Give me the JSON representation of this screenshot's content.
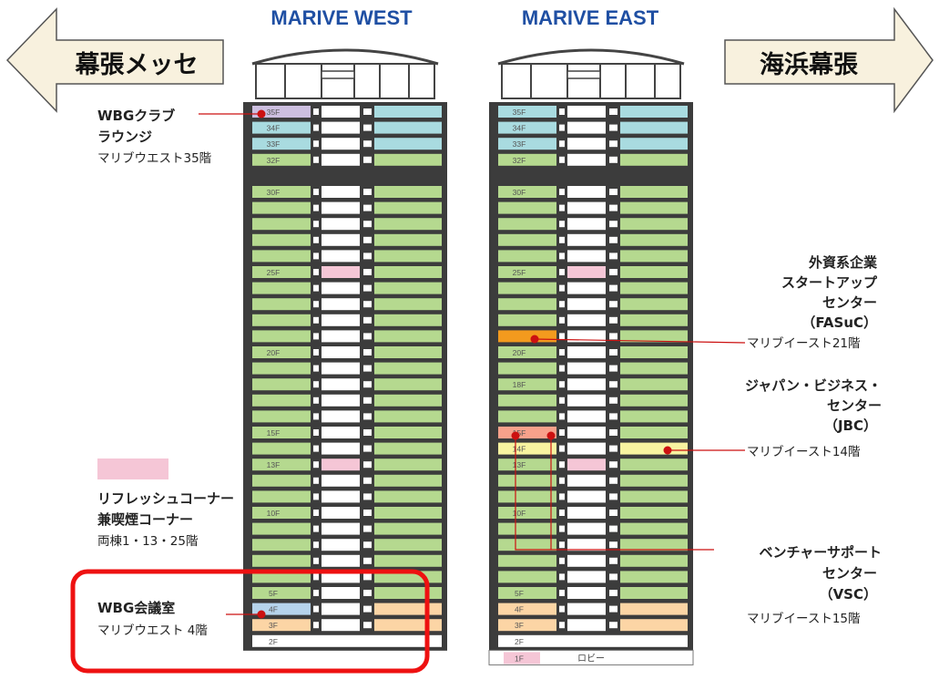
{
  "towers": {
    "west": {
      "title": "MARIVE WEST",
      "floor_labels": [
        "35F",
        "34F",
        "33F",
        "32F",
        "30F",
        "25F",
        "20F",
        "15F",
        "13F",
        "10F",
        "5F",
        "4F",
        "3F",
        "2F"
      ]
    },
    "east": {
      "title": "MARIVE EAST",
      "floor_labels": [
        "35F",
        "34F",
        "33F",
        "32F",
        "30F",
        "25F",
        "20F",
        "18F",
        "15F",
        "14F",
        "13F",
        "10F",
        "5F",
        "4F",
        "3F",
        "2F",
        "1F"
      ],
      "lobby_label": "ロビー"
    }
  },
  "nav": {
    "left_label": "幕張メッセ",
    "right_label": "海浜幕張"
  },
  "annotations": {
    "wbg_lounge": [
      "WBGクラブ",
      "ラウンジ",
      "マリブウエスト35階"
    ],
    "refresh": [
      "リフレッシュコーナー",
      "兼喫煙コーナー",
      "両棟1・13・25階"
    ],
    "wbg_meeting": [
      "WBG会議室",
      "マリブウエスト 4階"
    ],
    "fasuc": [
      "外資系企業",
      "スタートアップ",
      "センター",
      "（FASuC）",
      "マリブイースト21階"
    ],
    "jbc": [
      "ジャパン・ビジネス・",
      "センター",
      "（JBC）",
      "マリブイースト14階"
    ],
    "vsc": [
      "ベンチャーサポート",
      "センター",
      "（VSC）",
      "マリブイースト15階"
    ]
  },
  "colors": {
    "green": "#b5d98f",
    "teal": "#a9dbe0",
    "lavender": "#cdbfe0",
    "pink": "#f5c6d6",
    "peach": "#fcd5a5",
    "orange": "#f39a1e",
    "salmon": "#f7a18b",
    "yellow": "#f7f3a0",
    "blue": "#b6d4ec",
    "title_blue": "#1f4fa3",
    "marker_red": "#cc1111",
    "highlight_red": "#ee1111"
  }
}
